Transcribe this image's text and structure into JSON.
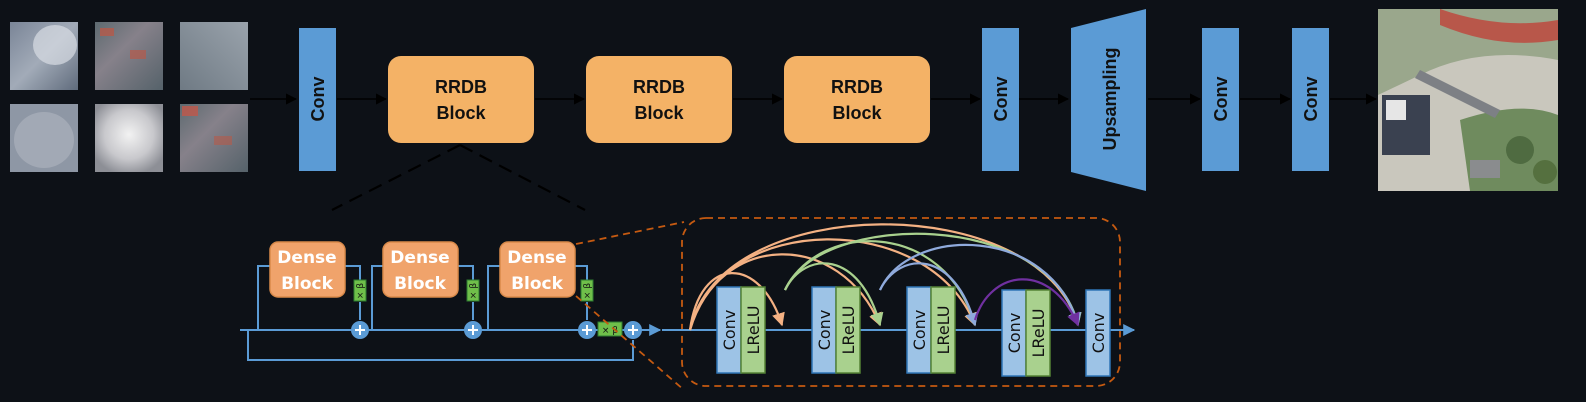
{
  "colors": {
    "background": "#0d1117",
    "conv_blue": "#5b9bd5",
    "rrdb_orange": "#f4b266",
    "dense_orange": "#f0a36b",
    "lrelu_green": "#a9d18e",
    "line_blue": "#5b9bd5",
    "dash_orange": "#c55a11",
    "arc_orange": "#f4b183",
    "arc_green": "#a9d18e",
    "arc_blue": "#8faadc",
    "arc_purple": "#7030a0"
  },
  "pipeline": {
    "inputs": {
      "count": 6,
      "label": "input-image-tiles"
    },
    "conv1": "Conv",
    "rrdb": [
      "RRDB Block",
      "RRDB Block",
      "RRDB Block"
    ],
    "conv2": "Conv",
    "upsampling": "Upsampling",
    "conv3": "Conv",
    "conv4": "Conv",
    "output": "output-image"
  },
  "detail": {
    "dense_blocks": [
      "Dense Block",
      "Dense Block",
      "Dense Block"
    ],
    "scale_label": "× β",
    "plus_symbol": "+"
  },
  "dense_internal": {
    "conv": [
      "Conv",
      "Conv",
      "Conv",
      "Conv",
      "Conv"
    ],
    "lrelu": [
      "LReLU",
      "LReLU",
      "LReLU",
      "LReLU"
    ]
  }
}
